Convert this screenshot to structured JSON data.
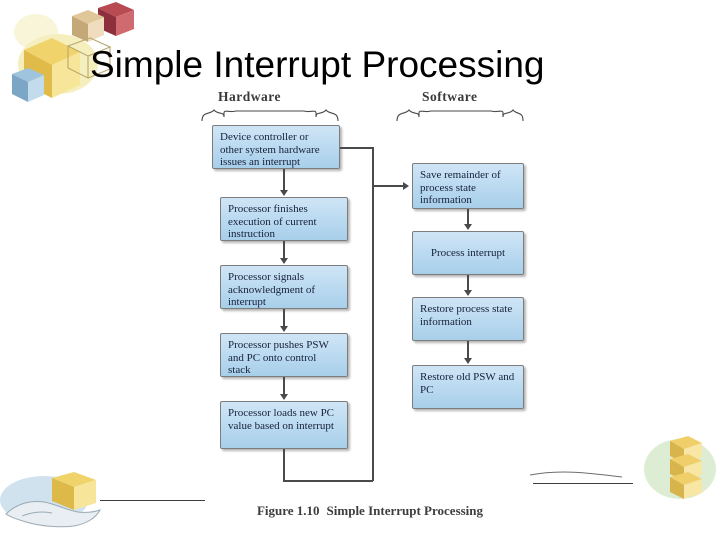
{
  "slide": {
    "title": "Simple Interrupt Processing"
  },
  "figure": {
    "headers": {
      "hardware": "Hardware",
      "software": "Software"
    },
    "caption_number": "Figure 1.10",
    "caption_text": "Simple Interrupt Processing",
    "hardware_steps": [
      "Device controller or other system hardware issues an interrupt",
      "Processor finishes execution of current instruction",
      "Processor signals acknowledgment of interrupt",
      "Processor pushes PSW and PC onto control stack",
      "Processor loads new PC value based on interrupt"
    ],
    "software_steps": [
      "Save remainder of process state information",
      "Process interrupt",
      "Restore process state information",
      "Restore old PSW and PC"
    ]
  },
  "colors": {
    "box_fill": "#b9d9f0",
    "box_border": "#7d7d7d",
    "connector": "#4a4a4a",
    "title_text": "#000000",
    "caption_text": "#3d3d3d"
  },
  "decorations": {
    "top_left": "cube-cluster-icon",
    "bottom_left": "hand-cube-icon",
    "bottom_right": "green-cubes-icon"
  }
}
